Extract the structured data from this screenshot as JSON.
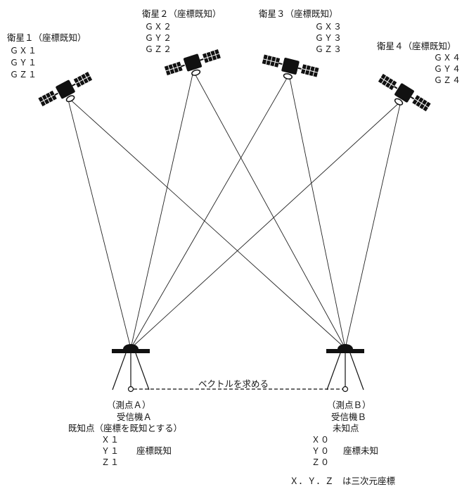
{
  "satellites": [
    {
      "title": "衛星１（座標既知）",
      "coords": [
        "ＧＸ１",
        "ＧＹ１",
        "ＧＺ１"
      ]
    },
    {
      "title": "衛星２（座標既知）",
      "coords": [
        "ＧＸ２",
        "ＧＹ２",
        "ＧＺ２"
      ]
    },
    {
      "title": "衛星３（座標既知）",
      "coords": [
        "ＧＸ３",
        "ＧＹ３",
        "ＧＺ３"
      ]
    },
    {
      "title": "衛星４（座標既知）",
      "coords": [
        "ＧＸ４",
        "ＧＹ４",
        "ＧＺ４"
      ]
    }
  ],
  "vector_label": "ベクトルを求める",
  "receiver_a": {
    "point_label": "（測点Ａ）",
    "receiver_label": "受信機Ａ",
    "status": "既知点（座標を既知とする）",
    "coords": [
      "Ｘ１",
      "Ｙ１",
      "Ｚ１"
    ],
    "coord_status": "座標既知"
  },
  "receiver_b": {
    "point_label": "（測点Ｂ）",
    "receiver_label": "受信機Ｂ",
    "status": "未知点",
    "coords": [
      "Ｘ０",
      "Ｙ０",
      "Ｚ０"
    ],
    "coord_status": "座標未知"
  },
  "footnote": "Ｘ．Ｙ．Ｚ　は三次元座標"
}
